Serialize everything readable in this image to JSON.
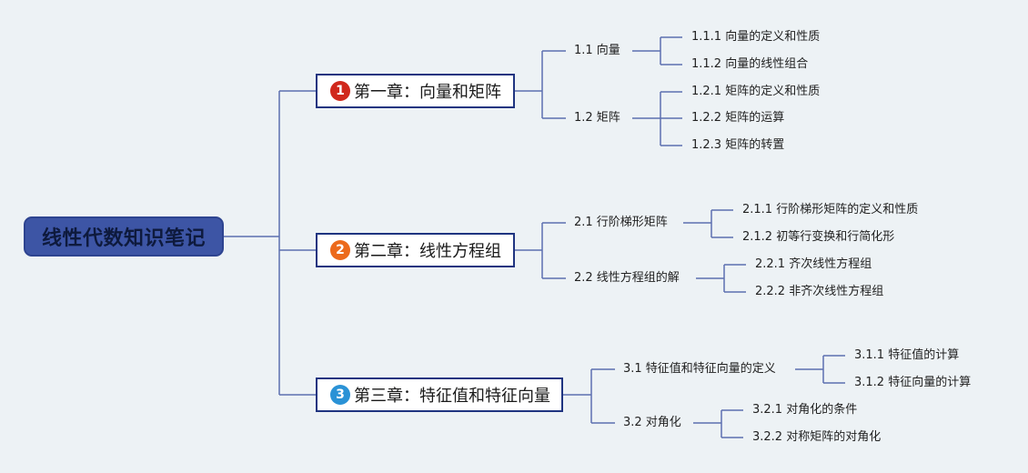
{
  "root": {
    "title": "线性代数知识笔记"
  },
  "colors": {
    "line": "#5d70b0",
    "root_bg": "#3d55a5",
    "badge1": "#d0281c",
    "badge2": "#ec6a1c",
    "badge3": "#2a92d6"
  },
  "chapters": [
    {
      "badge": "1",
      "title": "第一章：向量和矩阵",
      "sections": [
        {
          "label": "1.1 向量",
          "items": [
            "1.1.1 向量的定义和性质",
            "1.1.2 向量的线性组合"
          ]
        },
        {
          "label": "1.2 矩阵",
          "items": [
            "1.2.1 矩阵的定义和性质",
            "1.2.2 矩阵的运算",
            "1.2.3 矩阵的转置"
          ]
        }
      ]
    },
    {
      "badge": "2",
      "title": "第二章：线性方程组",
      "sections": [
        {
          "label": "2.1 行阶梯形矩阵",
          "items": [
            "2.1.1 行阶梯形矩阵的定义和性质",
            "2.1.2 初等行变换和行简化形"
          ]
        },
        {
          "label": "2.2 线性方程组的解",
          "items": [
            "2.2.1 齐次线性方程组",
            "2.2.2 非齐次线性方程组"
          ]
        }
      ]
    },
    {
      "badge": "3",
      "title": "第三章：特征值和特征向量",
      "sections": [
        {
          "label": "3.1 特征值和特征向量的定义",
          "items": [
            "3.1.1 特征值的计算",
            "3.1.2 特征向量的计算"
          ]
        },
        {
          "label": "3.2 对角化",
          "items": [
            "3.2.1 对角化的条件",
            "3.2.2 对称矩阵的对角化"
          ]
        }
      ]
    }
  ]
}
